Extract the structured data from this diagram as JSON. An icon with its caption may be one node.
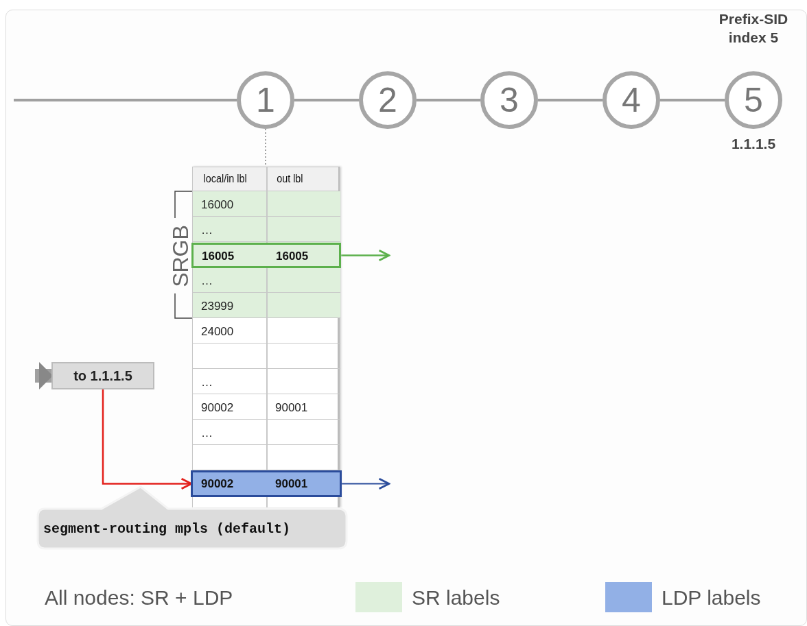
{
  "diagram": {
    "nodes": [
      {
        "text": [
          "1"
        ]
      },
      {
        "text": [
          "2"
        ]
      },
      {
        "text": [
          "3"
        ]
      },
      {
        "text": [
          "4"
        ]
      },
      {
        "text": [
          "5"
        ],
        "beside": [
          "Prefix-SID index 5",
          "1.1.1.5"
        ]
      },
      {
        "text": [],
        "shape": "box"
      },
      {
        "text": [
          "16005",
          "16005"
        ],
        "in": 5
      },
      {
        "text": [
          "90002",
          "90001"
        ],
        "in": 5
      },
      {
        "text": [
          "to 1.1.1.5"
        ]
      },
      {
        "text": [
          "segment-routing mpls (default)"
        ]
      }
    ],
    "edges": [
      {
        "from": null,
        "to": 0,
        "arrow": "none"
      },
      {
        "from": 0,
        "to": 1,
        "arrow": "none"
      },
      {
        "from": 1,
        "to": 2,
        "arrow": "none"
      },
      {
        "from": 2,
        "to": 3,
        "arrow": "none"
      },
      {
        "from": 3,
        "to": 4,
        "arrow": "none"
      },
      {
        "from": 0,
        "to": 5,
        "arrow": "none",
        "style": "dashed"
      },
      {
        "from": 6,
        "to": null,
        "arrow": "to",
        "color": "#5cb04c"
      },
      {
        "from": 7,
        "to": null,
        "arrow": "to",
        "color": "#2b4c9b"
      },
      {
        "from": 8,
        "to": 7,
        "arrow": "to",
        "color": "#e3201b"
      },
      {
        "from": null,
        "to": 8,
        "arrow": "to",
        "style": "thick"
      }
    ],
    "labels": [
      "local/in lbl",
      "out lbl",
      "SRGB",
      "16000",
      "…",
      "…",
      "23999",
      "24000",
      "…",
      "90002",
      "90001",
      "…",
      "All nodes: SR + LDP"
    ],
    "legend": [
      {
        "text": "SR labels",
        "color": "#dff0dc"
      },
      {
        "text": "LDP labels",
        "color": "#92b0e6"
      }
    ]
  }
}
